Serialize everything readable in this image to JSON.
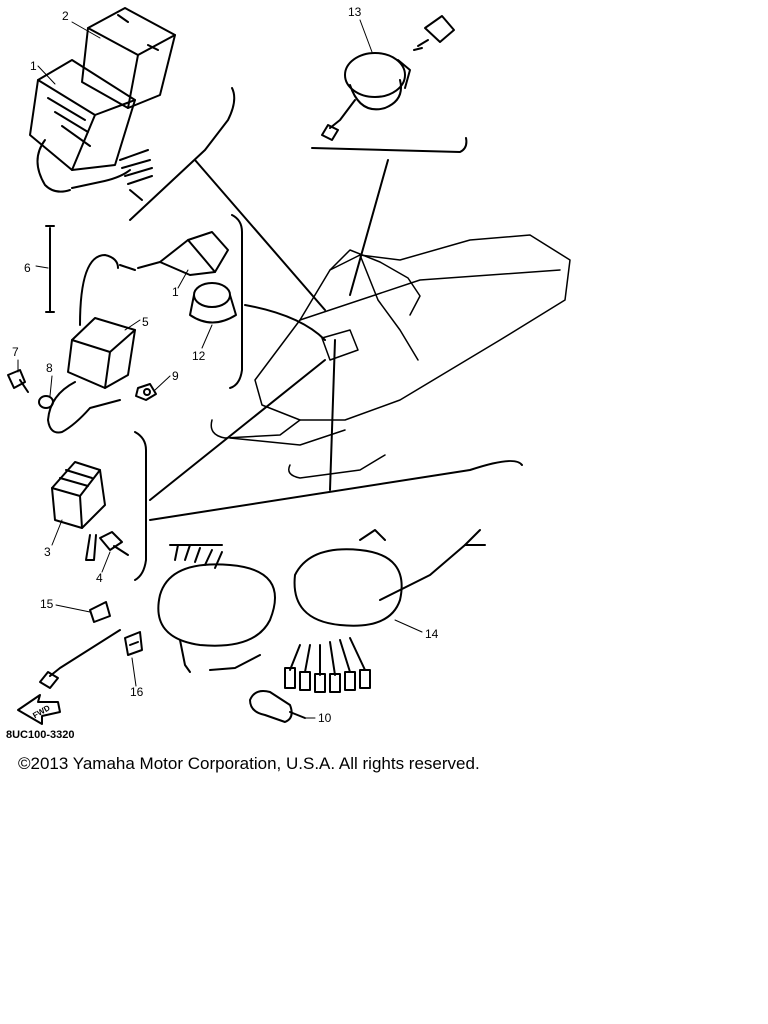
{
  "diagram": {
    "part_numbers": [
      "1",
      "2",
      "13",
      "6",
      "1",
      "5",
      "12",
      "7",
      "8",
      "9",
      "3",
      "4",
      "15",
      "14",
      "16",
      "10"
    ],
    "fwd_label": "FWD",
    "code": "8UC100-3320"
  },
  "footer": {
    "copyright": "©2013 Yamaha Motor Corporation, U.S.A. All rights reserved."
  }
}
